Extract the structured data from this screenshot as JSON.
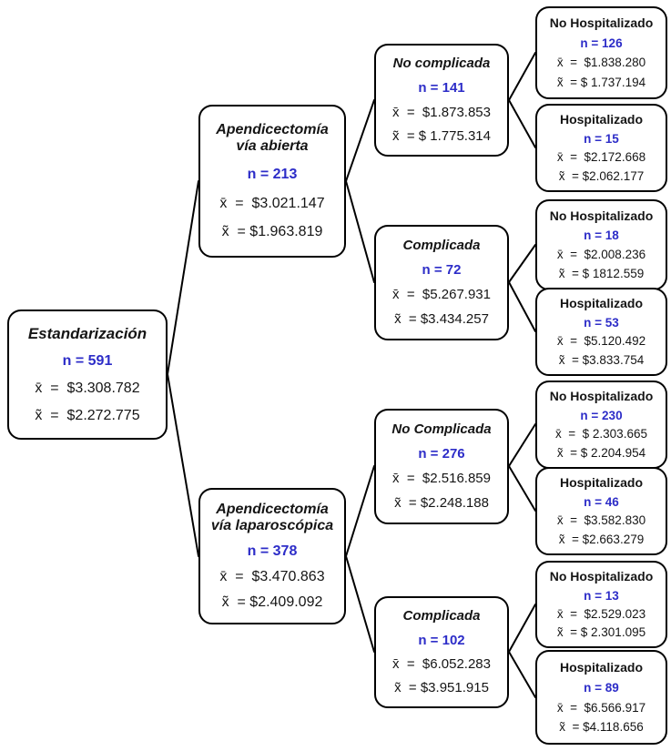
{
  "colors": {
    "n_value": "#2d2dc8",
    "text": "#151515",
    "border": "#000000"
  },
  "nodes": {
    "root": {
      "title": "Estandarización",
      "n": "n = 591",
      "mean": "x̄  =  $3.308.782",
      "median": "x̃  =  $2.272.775"
    },
    "open": {
      "title": "Apendicectomía vía abierta",
      "n": "n = 213",
      "mean": "x̄  =  $3.021.147",
      "median": "x̃  = $1.963.819"
    },
    "lap": {
      "title": "Apendicectomía vía laparoscópica",
      "n": "n = 378",
      "mean": "x̄  =  $3.470.863",
      "median": "x̃  = $2.409.092"
    },
    "open_nc": {
      "title": "No complicada",
      "n": "n = 141",
      "mean": "x̄  =  $1.873.853",
      "median": "x̃  = $ 1.775.314"
    },
    "open_c": {
      "title": "Complicada",
      "n": "n = 72",
      "mean": "x̄  =  $5.267.931",
      "median": "x̃  = $3.434.257"
    },
    "lap_nc": {
      "title": "No Complicada",
      "n": "n = 276",
      "mean": "x̄  =  $2.516.859",
      "median": "x̃  = $2.248.188"
    },
    "lap_c": {
      "title": "Complicada",
      "n": "n = 102",
      "mean": "x̄  =  $6.052.283",
      "median": "x̃  = $3.951.915"
    },
    "open_nc_nh": {
      "title": "No Hospitalizado",
      "n": "n = 126",
      "mean": "x̄  =  $1.838.280",
      "median": "x̃  = $ 1.737.194"
    },
    "open_nc_h": {
      "title": "Hospitalizado",
      "n": "n = 15",
      "mean": "x̄  =  $2.172.668",
      "median": "x̃  = $2.062.177"
    },
    "open_c_nh": {
      "title": "No Hospitalizado",
      "n": "n = 18",
      "mean": "x̄  =  $2.008.236",
      "median": "x̃  = $ 1812.559"
    },
    "open_c_h": {
      "title": "Hospitalizado",
      "n": "n = 53",
      "mean": "x̄  =  $5.120.492",
      "median": "x̃  = $3.833.754"
    },
    "lap_nc_nh": {
      "title": "No Hospitalizado",
      "n": "n = 230",
      "mean": "x̄  =  $ 2.303.665",
      "median": "x̃  = $ 2.204.954"
    },
    "lap_nc_h": {
      "title": "Hospitalizado",
      "n": "n = 46",
      "mean": "x̄  =  $3.582.830",
      "median": "x̃  = $2.663.279"
    },
    "lap_c_nh": {
      "title": "No Hospitalizado",
      "n": "n = 13",
      "mean": "x̄  =  $2.529.023",
      "median": "x̃  = $ 2.301.095"
    },
    "lap_c_h": {
      "title": "Hospitalizado",
      "n": "n = 89",
      "mean": "x̄  =  $6.566.917",
      "median": "x̃  = $4.118.656"
    }
  }
}
